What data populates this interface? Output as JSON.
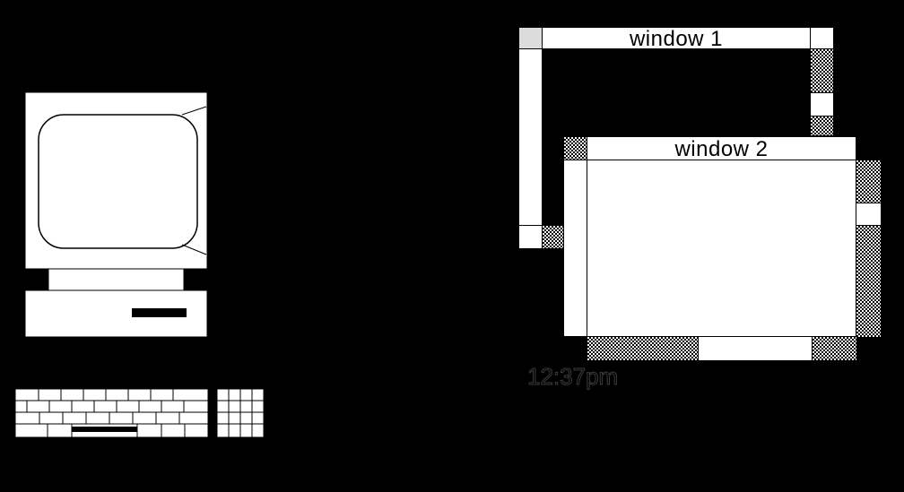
{
  "windows": [
    {
      "title": "window 1"
    },
    {
      "title": "window 2"
    }
  ],
  "clock": {
    "text": "12:37pm"
  },
  "icons": {
    "computer": "monitor-icon",
    "keyboard": "keyboard-icon",
    "checker_pattern": "checkerboard-pattern"
  },
  "colors": {
    "background": "#000000",
    "window_face": "#ffffff",
    "pattern": "#000000",
    "corner": "#dcdcdc"
  }
}
